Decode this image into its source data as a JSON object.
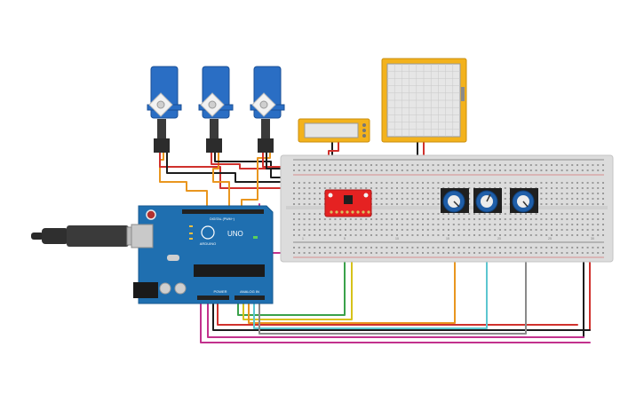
{
  "arduino": {
    "model_label": "UNO",
    "brand_label": "ARDUINO",
    "digital_header_label": "DIGITAL (PWM~)",
    "power_header_label": "POWER",
    "analog_header_label": "ANALOG IN"
  },
  "breadboard": {
    "column_numbers": [
      "1",
      "5",
      "10",
      "15",
      "20",
      "25",
      "30"
    ]
  },
  "colors": {
    "arduino_board": "#1f6fb0",
    "breadboard": "#dcdcdc",
    "servo_body": "#2a6ec4",
    "sensor_board": "#e52222",
    "lcd_frame": "#f3b21c",
    "wire_black": "#1c1c1c",
    "wire_red": "#d0312d",
    "wire_orange": "#e9961f",
    "wire_magenta": "#c2318d",
    "wire_green": "#3aa14a",
    "wire_yellow": "#d6c21a",
    "wire_cyan": "#5cc6d0",
    "wire_gray": "#8a8a8a"
  },
  "components": {
    "servos": [
      "servo-1",
      "servo-2",
      "servo-3"
    ],
    "potentiometers": [
      "potentiometer-1",
      "potentiometer-2",
      "potentiometer-3"
    ],
    "small_lcd": "lcd-16x2",
    "graphic_display": "graphic-lcd",
    "breakout": "imu-breakout-board",
    "usb_cable": "usb-b-cable"
  }
}
